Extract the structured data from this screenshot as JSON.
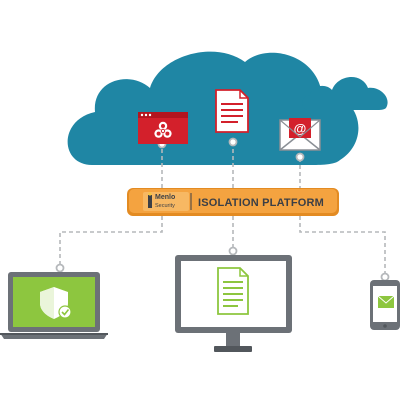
{
  "platform": {
    "brand": "Menlo",
    "brand_sub": "Security",
    "label": "ISOLATION PLATFORM"
  },
  "colors": {
    "cloud": "#1f86a4",
    "cloud_dark": "#177391",
    "platform_bar": "#f4a340",
    "platform_border": "#e38b22",
    "red": "#d3202b",
    "device_grey": "#6c7177",
    "screen_green": "#8dc63f",
    "connector": "#b5b8bb"
  },
  "icons": [
    "biohazard-window-icon",
    "document-icon",
    "email-icon",
    "laptop-shield-icon",
    "desktop-document-icon",
    "phone-email-icon"
  ]
}
